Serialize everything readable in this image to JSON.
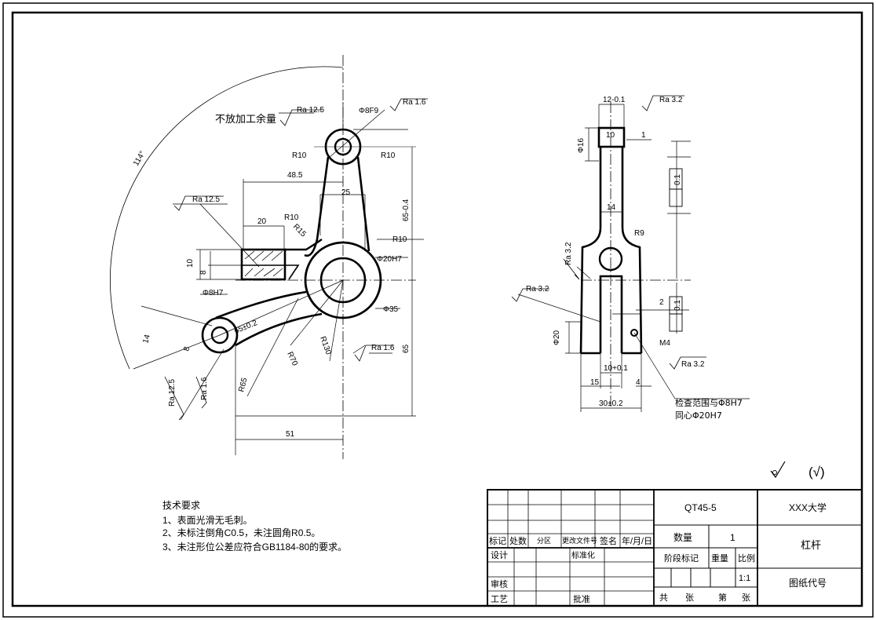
{
  "notes": {
    "title": "技术要求",
    "items": [
      "1、表面光滑无毛刺。",
      "2、未标注倒角C0.5，未注圆角R0.5。",
      "3、未注形位公差应符合GB1184-80的要求。"
    ]
  },
  "general_roughness": "(√)",
  "title_block": {
    "material": "QT45-5",
    "school": "XXX大学",
    "part_name": "杠杆",
    "drawing_no": "图纸代号",
    "qty_label": "数量",
    "qty": "1",
    "stage_label": "阶段标记",
    "weight_label": "重量",
    "scale_label": "比例",
    "scale": "1:1",
    "total_label": "共",
    "sheets_label": "张",
    "page_label": "第",
    "page_sheets_label": "张",
    "row_labels": {
      "mark": "标记",
      "count": "处数",
      "zone": "分区",
      "doc": "更改文件号",
      "sign": "签名",
      "date": "年/月/日",
      "design": "设计",
      "standard": "标准化",
      "review": "审核",
      "process": "工艺",
      "approve": "批准"
    }
  },
  "front_view": {
    "note_no_machining": "不放加工余量",
    "ra_12_5_top": "Ra 12.5",
    "ra_1_6_top": "Ra 1.6",
    "bore_top": "Φ8F9",
    "r10_left": "R10",
    "r10_right": "R10",
    "d48_5": "48.5",
    "d25": "25",
    "ra_12_5_mid": "Ra 12.5",
    "d20": "20",
    "r10_mid": "R10",
    "r15": "R15",
    "r10_right2": "R10",
    "d65_tol": "65-0.4",
    "d10": "10",
    "d8": "8",
    "bore_center": "Φ20H7",
    "bore_left": "Φ8H7",
    "d35": "Φ35",
    "d114": "114°",
    "d65_center": "65±0.2",
    "r130": "R130",
    "r70": "R70",
    "ra_1_6_low": "Ra 1.6",
    "d65": "65",
    "d14": "14",
    "d8_small": "8",
    "ra_12_5_low": "Ra 12.5",
    "ra_1_6_left": "Ra 1.6",
    "r65": "R65",
    "d51": "51"
  },
  "side_view": {
    "d12": "12-0.1",
    "ra_3_2_top": "Ra 3.2",
    "d10": "10",
    "d1": "1",
    "d16": "Φ16",
    "d14": "14",
    "r9": "R9",
    "tol_0_1_top": "0.1",
    "ra_3_2_left": "Ra 3.2",
    "ra_3_2_left2": "Ra 3.2",
    "d20": "Φ20",
    "d2": "2",
    "tol_0_1_mid": "0.1",
    "m4": "M4",
    "ra_3_2_right": "Ra 3.2",
    "d10_low": "10+0.1",
    "d15": "15",
    "d4": "4",
    "d30": "30±0.2",
    "note_check": "检查范围与Φ8H7",
    "note_concentric": "同心Φ20H7"
  }
}
